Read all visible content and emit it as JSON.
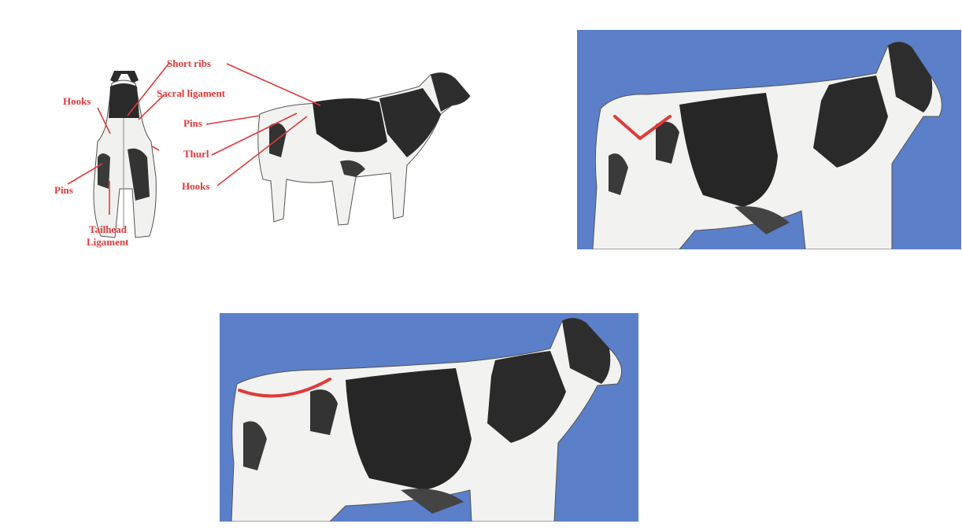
{
  "colors": {
    "label_red": "#e03a3a",
    "panel_blue": "#5b7fc9",
    "cow_black": "#262626",
    "cow_white": "#f3f3f1"
  },
  "anatomy": {
    "labels": {
      "hooks_rear": "Hooks",
      "short_ribs": "Short ribs",
      "sacral_ligament": "Sacral ligament",
      "pins_side": "Pins",
      "thurl": "Thurl",
      "hooks_side": "Hooks",
      "pins_rear": "Pins",
      "tailhead_line1": "Tailhead",
      "tailhead_line2": "Ligament"
    }
  },
  "panels": [
    {
      "rump_line": "angular"
    },
    {
      "rump_line": "curved"
    }
  ]
}
